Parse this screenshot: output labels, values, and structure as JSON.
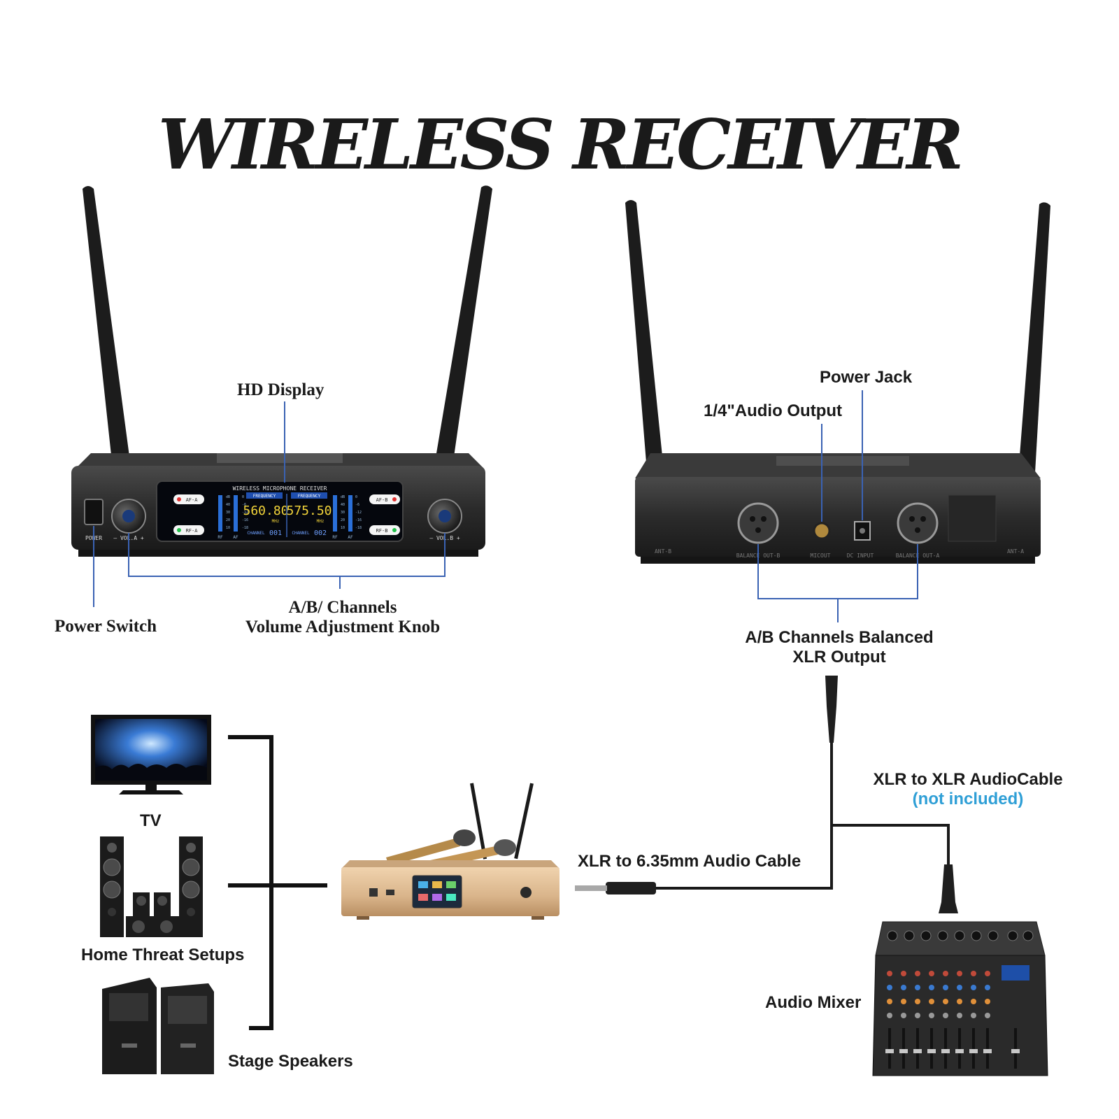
{
  "title": "WIRELESS RECEIVER",
  "front_panel": {
    "display_header": "WIRELESS MICROPHONE RECEIVER",
    "frequency_label": "FREQUENCY",
    "channel_label": "CHANNEL",
    "freq_a": "560.80",
    "freq_b": "575.50",
    "mhz": "MHz",
    "channel_a": "001",
    "channel_b": "002",
    "af_a": "AF-A",
    "rf_a": "RF-A",
    "af_b": "AF-B",
    "rf_b": "RF-B",
    "rf_label": "RF",
    "af_label": "AF",
    "power": "POWER",
    "vol_a": "– VOL.A +",
    "vol_b": "– VOL.B +",
    "meter_ticks": [
      "dB",
      "40",
      "30",
      "20",
      "10"
    ],
    "meter_db": [
      "0",
      "-6",
      "-12",
      "-16",
      "-18"
    ]
  },
  "back_panel": {
    "ant_b": "ANT-B",
    "ant_a": "ANT-A",
    "balance_out_b": "BALANCE OUT-B",
    "mic_out": "MICOUT",
    "dc_input": "DC INPUT",
    "balance_out_a": "BALANCE OUT-A"
  },
  "labels": {
    "hd_display": "HD Display",
    "power_switch": "Power Switch",
    "volume_knob_line1": "A/B/ Channels",
    "volume_knob_line2": "Volume Adjustment Knob",
    "power_jack": "Power Jack",
    "audio_output": "1/4\"Audio Output",
    "xlr_output_line1": "A/B Channels Balanced",
    "xlr_output_line2": "XLR Output",
    "xlr_to_xlr": "XLR to XLR AudioCable",
    "not_included": "(not included)",
    "xlr_to_635": "XLR to 6.35mm Audio Cable",
    "audio_mixer": "Audio Mixer",
    "tv": "TV",
    "home_theater": "Home Threat Setups",
    "stage_speakers": "Stage Speakers"
  },
  "colors": {
    "callout_line": "#3a62b3",
    "not_included": "#2f9fd6",
    "device_body": "#2b2b2b",
    "amplifier_gold": "#d9b48a"
  }
}
